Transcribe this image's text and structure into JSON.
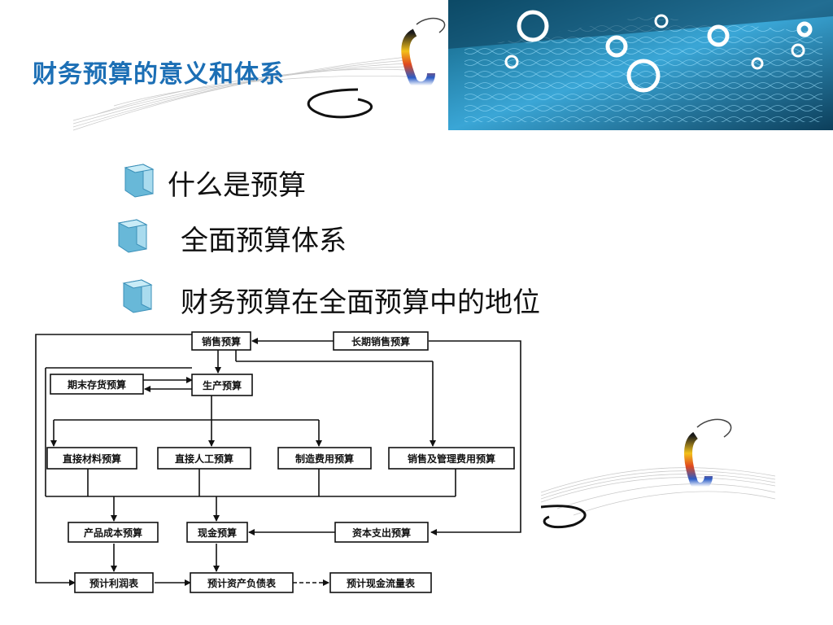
{
  "slide": {
    "title": "财务预算的意义和体系",
    "bullets": [
      {
        "label": "什么是预算"
      },
      {
        "label": "全面预算体系"
      },
      {
        "label": "财务预算在全面预算中的地位"
      }
    ],
    "colors": {
      "title": "#1c6fb5",
      "photo": "#3aa6d6",
      "line": "#111111"
    }
  },
  "diagram": {
    "nodes": {
      "sales_budget": "销售预算",
      "long_term_sales_budget": "长期销售预算",
      "ending_inventory_budget": "期末存货预算",
      "production_budget": "生产预算",
      "direct_material_budget": "直接材料预算",
      "direct_labor_budget": "直接人工预算",
      "manufacturing_overhead_budget": "制造费用预算",
      "selling_admin_expense_budget": "销售及管理费用预算",
      "product_cost_budget": "产品成本预算",
      "cash_budget": "现金预算",
      "capital_expenditure_budget": "资本支出预算",
      "projected_income_statement": "预计利润表",
      "projected_balance_sheet": "预计资产负债表",
      "projected_cash_flow_statement": "预计现金流量表"
    }
  }
}
